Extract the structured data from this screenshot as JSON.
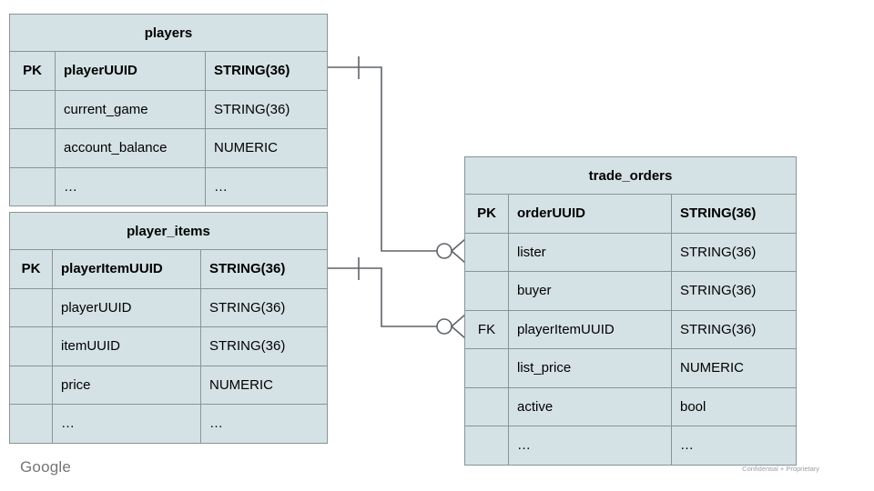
{
  "slide": {
    "footer": {
      "logo_text": "Google",
      "confidential_text": "Confidential + Proprietary"
    },
    "colors": {
      "cell_background": "#d5e2e5",
      "table_border": "#8a9396",
      "connector_line": "#5f6368",
      "text": "#000000",
      "logo_gray": "#757575",
      "confidential_gray": "#9aa0a6"
    }
  },
  "tables": [
    {
      "id": "players",
      "title": "players",
      "rows": [
        {
          "key": "PK",
          "name": "playerUUID",
          "type": "STRING(36)",
          "bold": true
        },
        {
          "key": "",
          "name": "current_game",
          "type": "STRING(36)"
        },
        {
          "key": "",
          "name": "account_balance",
          "type": "NUMERIC"
        },
        {
          "key": "",
          "name": "…",
          "type": "…"
        }
      ]
    },
    {
      "id": "player_items",
      "title": "player_items",
      "rows": [
        {
          "key": "PK",
          "name": "playerItemUUID",
          "type": "STRING(36)",
          "bold": true
        },
        {
          "key": "",
          "name": "playerUUID",
          "type": "STRING(36)"
        },
        {
          "key": "",
          "name": "itemUUID",
          "type": "STRING(36)"
        },
        {
          "key": "",
          "name": "price",
          "type": "NUMERIC"
        },
        {
          "key": "",
          "name": "…",
          "type": "…"
        }
      ]
    },
    {
      "id": "trade_orders",
      "title": "trade_orders",
      "rows": [
        {
          "key": "PK",
          "name": "orderUUID",
          "type": "STRING(36)",
          "bold": true
        },
        {
          "key": "",
          "name": "lister",
          "type": "STRING(36)"
        },
        {
          "key": "",
          "name": "buyer",
          "type": "STRING(36)"
        },
        {
          "key": "FK",
          "name": "playerItemUUID",
          "type": "STRING(36)"
        },
        {
          "key": "",
          "name": "list_price",
          "type": "NUMERIC"
        },
        {
          "key": "",
          "name": "active",
          "type": "bool"
        },
        {
          "key": "",
          "name": "…",
          "type": "…"
        }
      ]
    }
  ],
  "relationships": [
    {
      "from": "players.playerUUID",
      "to": "trade_orders.lister",
      "from_cardinality": "one",
      "to_cardinality": "zero-or-many"
    },
    {
      "from": "player_items.playerItemUUID",
      "to": "trade_orders.playerItemUUID",
      "from_cardinality": "one",
      "to_cardinality": "zero-or-many"
    }
  ]
}
